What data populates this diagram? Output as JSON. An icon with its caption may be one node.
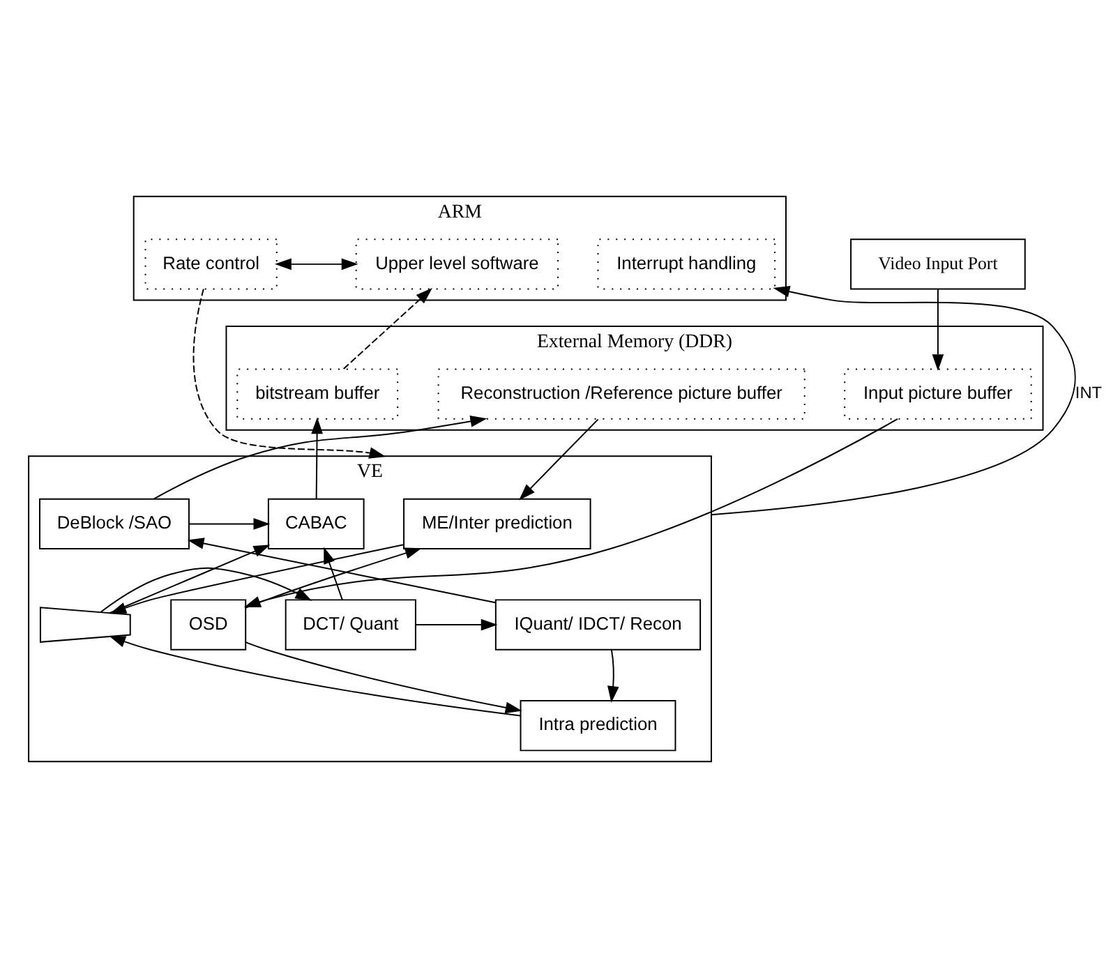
{
  "diagram": {
    "nodes": [
      {
        "text": [
          "Video Input Port"
        ]
      },
      {
        "text": [
          "ARM"
        ]
      },
      {
        "text": [
          "Upper level software"
        ],
        "in": 1
      },
      {
        "text": [
          "Rate control"
        ],
        "in": 1
      },
      {
        "text": [
          "Interrupt handling"
        ],
        "in": 1
      },
      {
        "text": [
          "External Memory (DDR)"
        ]
      },
      {
        "text": [
          "Input picture buffer"
        ],
        "in": 5
      },
      {
        "text": [
          "Reconstruction /Reference picture buffer"
        ],
        "in": 5
      },
      {
        "text": [
          "bitstream buffer"
        ],
        "in": 5
      },
      {
        "text": [
          "VE"
        ]
      },
      {
        "text": [
          "ME/Inter prediction"
        ],
        "in": 9
      },
      {
        "text": [
          "Intra prediction"
        ],
        "in": 9
      },
      {
        "text": [
          "OSD"
        ],
        "in": 9
      },
      {
        "text": [],
        "shape": "trapezoid",
        "in": 9
      },
      {
        "text": [
          "DCT/ Quant"
        ],
        "in": 9
      },
      {
        "text": [
          "CABAC"
        ],
        "in": 9
      },
      {
        "text": [
          "DeBlock /SAO"
        ],
        "in": 9
      },
      {
        "text": [
          "IQuant/ IDCT/ Recon"
        ],
        "in": 9
      }
    ],
    "edges": [
      {
        "from": 0,
        "to": 6,
        "arrow": "to"
      },
      {
        "from": 2,
        "to": 3,
        "arrow": "both"
      },
      {
        "from": 8,
        "to": 2,
        "arrow": "to",
        "style": "dashed"
      },
      {
        "from": 3,
        "to": 9,
        "arrow": "to",
        "style": "dashed"
      },
      {
        "from": 9,
        "to": 4,
        "arrow": "to",
        "label": "INT"
      },
      {
        "from": 6,
        "to": 12,
        "arrow": "to"
      },
      {
        "from": 7,
        "to": 10,
        "arrow": "to"
      },
      {
        "from": 16,
        "to": 7,
        "arrow": "to"
      },
      {
        "from": 15,
        "to": 8,
        "arrow": "to"
      },
      {
        "from": 12,
        "to": 10,
        "arrow": "to"
      },
      {
        "from": 12,
        "to": 11,
        "arrow": "to"
      },
      {
        "from": 10,
        "to": 13,
        "arrow": "to"
      },
      {
        "from": 11,
        "to": 13,
        "arrow": "to"
      },
      {
        "from": 13,
        "to": 14,
        "arrow": "to"
      },
      {
        "from": 13,
        "to": 15,
        "arrow": "to"
      },
      {
        "from": 14,
        "to": 15,
        "arrow": "to"
      },
      {
        "from": 14,
        "to": 17,
        "arrow": "to"
      },
      {
        "from": 17,
        "to": 16,
        "arrow": "to"
      },
      {
        "from": 16,
        "to": 15,
        "arrow": "to"
      },
      {
        "from": 17,
        "to": 11,
        "arrow": "to"
      }
    ]
  }
}
